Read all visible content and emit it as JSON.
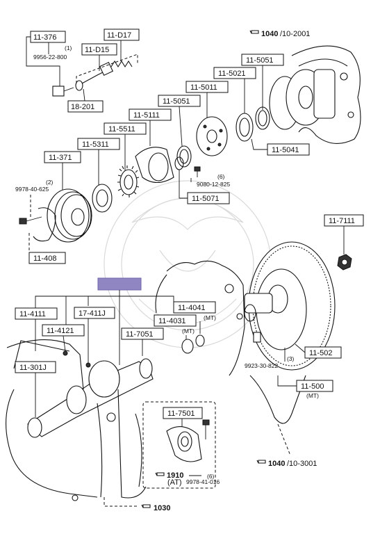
{
  "labels": {
    "p11_376": "11-376",
    "p9956_22_800": "9956-22-800",
    "n1": "(1)",
    "p11_d17": "11-D17",
    "p11_d15": "11-D15",
    "p18_201": "18-201",
    "p11_5051a": "11-5051",
    "p11_5021": "11-5021",
    "p11_5011": "11-5011",
    "p11_5051b": "11-5051",
    "p11_5111": "11-5111",
    "p11_5511": "11-5511",
    "p11_5311": "11-5311",
    "p11_5041": "11-5041",
    "p11_371": "11-371",
    "n2": "(2)",
    "p9978_40_625": "9978-40-625",
    "n6a": "(6)",
    "p9080_12_825": "9080-12-825",
    "p11_5071": "11-5071",
    "p11_408": "11-408",
    "p11_7111": "11-7111",
    "p11_4111": "11-4111",
    "p17_411j": "17-411J",
    "p11_4041": "11-4041",
    "mt1": "(MT)",
    "p11_4031": "11-4031",
    "mt2": "(MT)",
    "p11_4121": "11-4121",
    "p11_7051": "11-7051",
    "p11_301j": "11-301J",
    "n3": "(3)",
    "p9923_30_822": "9923-30-822",
    "p11_502": "11-502",
    "p11_500": "11-500",
    "mt3": "(MT)",
    "p11_7501": "11-7501",
    "r1910": "1910",
    "n6b": "(6)",
    "at": "(AT)",
    "p9978_41_016": "9978-41-016",
    "ref_1040_top_num": "1040",
    "ref_1040_top_sub": "/10-2001",
    "ref_1040_bot_num": "1040",
    "ref_1040_bot_sub": "/10-3001",
    "ref_1030": "1030"
  },
  "colors": {
    "highlight_box": "#8f86c2",
    "ink": "#111111",
    "watermark": "#d9d9d9"
  },
  "icons": {
    "reference_arrow": "pointing-hand-icon"
  }
}
